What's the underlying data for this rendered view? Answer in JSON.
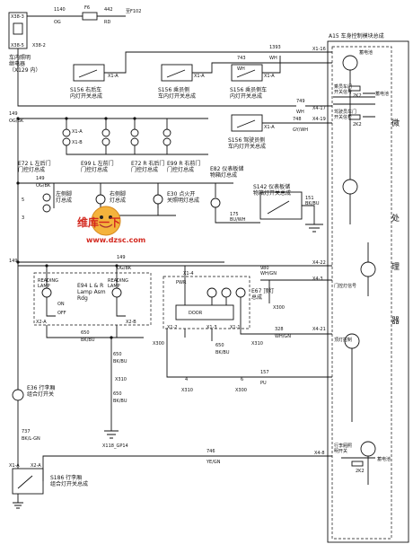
{
  "module": {
    "title": "A15 车身控制模块总成",
    "cpu_label_chars": [
      "微",
      "处",
      "理",
      "器"
    ]
  },
  "top": {
    "connectors": [
      "X38-3",
      "X38-5",
      "X38-2"
    ],
    "wire_number": "1140",
    "wire_color": "OG",
    "fuse_label": "F6",
    "fuse_wire": "442",
    "fuse_color": "RD",
    "fuse_dest": "至F102",
    "relay_label": "车内照明\n继电器\n（X129 内）"
  },
  "switches_top": [
    {
      "pin": "X1-A",
      "label": "S156 右后车\n内灯开关总成"
    },
    {
      "pin": "X1-A",
      "label": "S156 乘员侧\n车内灯开关总成"
    },
    {
      "pin": "X1-A",
      "label": "S156 乘员侧车\n内灯开关总成"
    },
    {
      "pin": "X1-A",
      "label": "S156 驾驶员侧\n车内灯开关总成"
    }
  ],
  "wires_top": [
    {
      "num": "1393",
      "color": "WH",
      "pin": "X1-16"
    },
    {
      "num": "743",
      "color": "WH",
      "pin": ""
    },
    {
      "num": "749",
      "color": "WH",
      "pin": "X4-17"
    },
    {
      "num": "748",
      "color": "GY/WH",
      "pin": "X4-19"
    }
  ],
  "feed_lines": [
    {
      "num": "149",
      "color": "OG/BK"
    },
    {
      "num": "149",
      "color": "OG/BK"
    },
    {
      "num": "149",
      "color": "OG/BK"
    },
    {
      "num": "149",
      "color": "OG/BK"
    },
    {
      "num": "175",
      "color": "BU/WH"
    },
    {
      "num": "151",
      "color": "BK/BU"
    }
  ],
  "door_lamps": [
    "E72 L 左后门\n门控灯总成",
    "E99 L 左前门\n门控灯总成",
    "E72 R 右后门\n门控灯总成",
    "E99 R 右前门\n门控灯总成"
  ],
  "pins": {
    "x1a": "X1-A",
    "x1b": "X1-B",
    "x2a": "X2-A",
    "x2b": "X2-B",
    "x1_1": "X1-1",
    "x1_2": "X1-2",
    "x1_3": "X1-3",
    "x1_4": "X1-4",
    "x300": "X300",
    "x310": "X310",
    "x4_22": "X4-22",
    "x4_3": "X4-3",
    "x4_21": "X4-21",
    "x4_8": "X4-8",
    "x1_16": "X1-16",
    "x4_17": "X4-17",
    "x4_19": "X4-19"
  },
  "mid": {
    "e82": "E82 仪表板储\n物箱灯总成",
    "s142": "S142 仪表板储\n物箱灯开关总成",
    "left_foot": "左侧脚\n灯总成",
    "right_foot": "右侧脚\n灯总成",
    "e30": "E30 点火开\n关照明灯总成",
    "wire_175": "175\nBU/WH",
    "wire_151": "151\nBK/BU",
    "wire_149_bk": "149\nOG/BK",
    "x300_3": "3",
    "x300_5": "5"
  },
  "lower": {
    "wire_149a": "149",
    "wire_149b": "149",
    "og_bk": "OG/BK",
    "wire_980": "980",
    "wh_gn": "WH/GN",
    "wh_gn2": "WH/GN",
    "wire_650a": "650",
    "bk_bu_a": "BK/BU",
    "wire_650b": "650",
    "bk_bu_b": "BK/BU",
    "wire_328": "328",
    "wire_328_col": "WH/GN",
    "e94": "E94 L & R\nLamp Asm\nRdg",
    "e67": "E67 顶灯\n总成",
    "reading1": "READING\nLAMP",
    "reading2": "READING\nLAMP",
    "on": "ON",
    "off": "OFF",
    "door": "DOOR",
    "pwr": "PWR",
    "wire_157": "157",
    "pu": "PU",
    "x300_4": "4",
    "x300_6": "6"
  },
  "ground": {
    "wire_650c": "650",
    "bk_bu_c": "BK/BU",
    "wire_650d": "650",
    "bk_bu_d": "BK/BU",
    "ground_label": "X118_GP14",
    "x310_a": "X310",
    "x310_b": "X310"
  },
  "bottom": {
    "e36": "E36 行李厢\n组合灯开关",
    "wire_737": "737",
    "bk_gn": "BK/L-GN",
    "s186": "S186 行李厢\n组合灯开关总成",
    "wire_746": "746",
    "ye_gn": "YE/GN"
  },
  "right_labels": {
    "batt1": "蓄电池",
    "batt2": "蓄电池",
    "batt3": "蓄电池",
    "sig1": "乘员车门\n开关信号",
    "sig2": "驾驶员车门\n开关信号",
    "sig3": "门控灯信号",
    "sig4": "顶灯控制",
    "sig5": "行李厢照\n明开关",
    "r1": "2K2",
    "r2": "2K2",
    "r3": "2K2"
  },
  "watermark": {
    "brand": "维库一下",
    "url": "www.dzsc.com"
  }
}
